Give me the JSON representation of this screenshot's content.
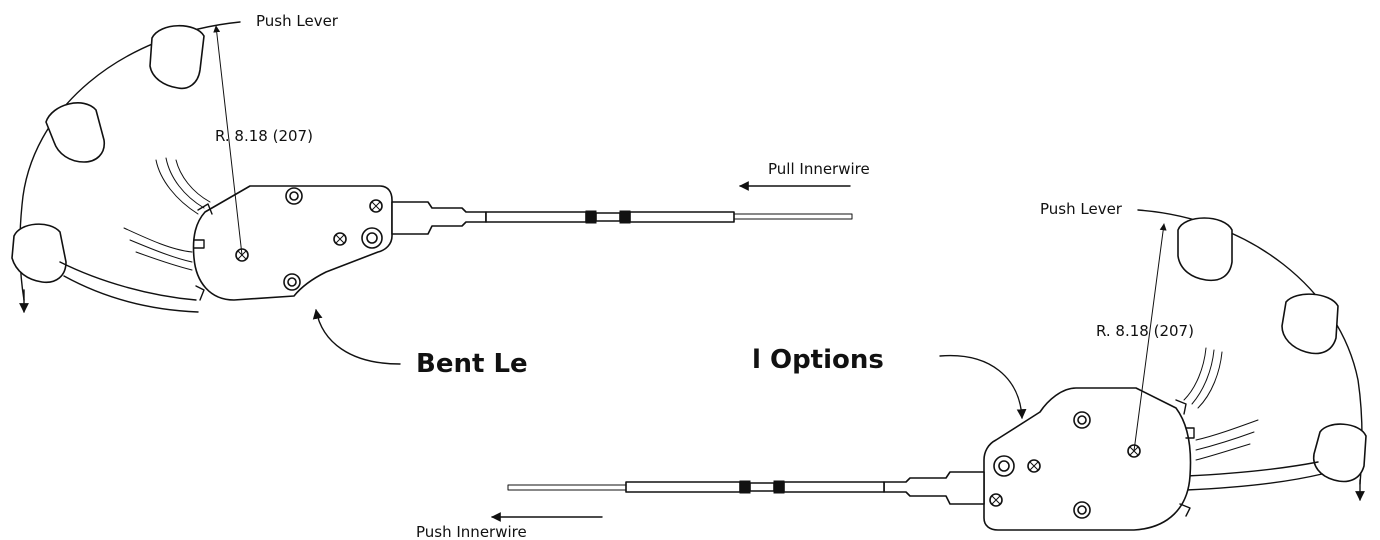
{
  "labels": {
    "push_lever_left": "Push Lever",
    "radius_left": "R. 8.18 (207)",
    "pull_innerwire": "Pull Innerwire",
    "bent_lever": "Bent Le",
    "lever_options": "l Options",
    "push_lever_right": "Push Lever",
    "radius_right": "R. 8.18 (207)",
    "push_innerwire": "Push Innerwire"
  },
  "colors": {
    "ink": "#111111",
    "background": "#ffffff"
  }
}
